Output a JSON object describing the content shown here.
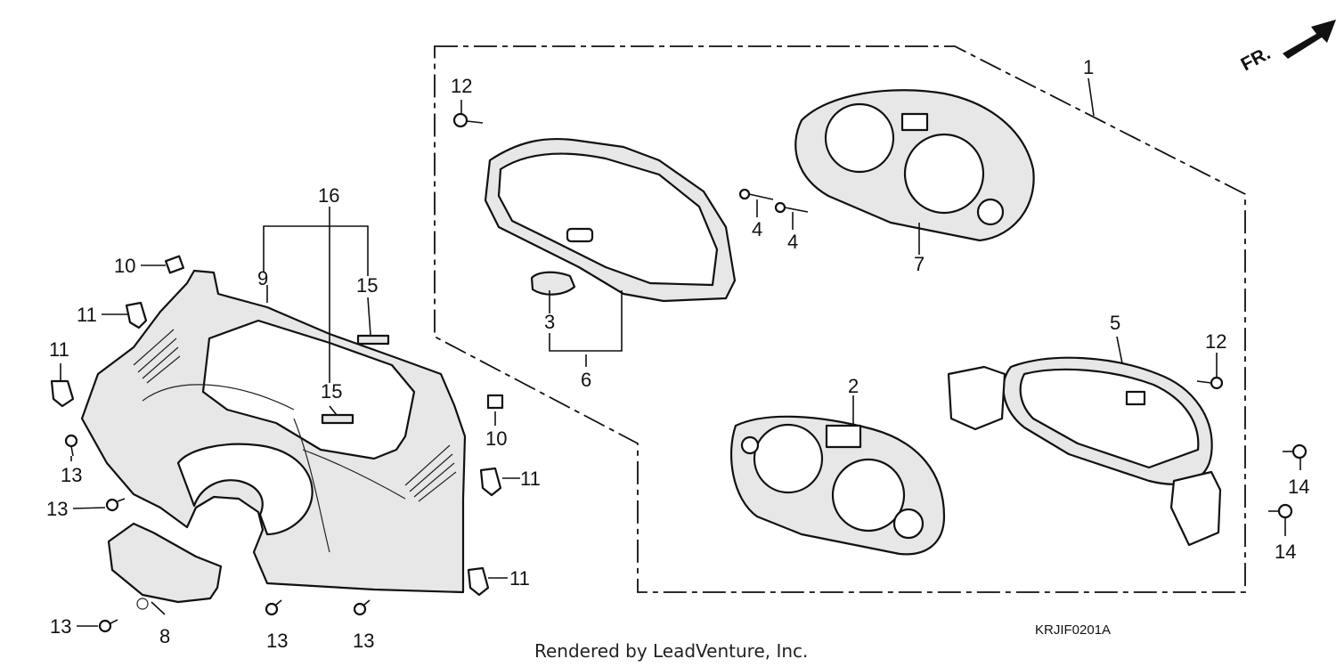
{
  "labels": {
    "c1": "1",
    "c2": "2",
    "c3": "3",
    "c4a": "4",
    "c4b": "4",
    "c5": "5",
    "c6": "6",
    "c7": "7",
    "c8": "8",
    "c9": "9",
    "c10a": "10",
    "c10b": "10",
    "c11a": "11",
    "c11b": "11",
    "c11c": "11",
    "c11d": "11",
    "c12a": "12",
    "c12b": "12",
    "c13a": "13",
    "c13b": "13",
    "c13c": "13",
    "c13d": "13",
    "c13e": "13",
    "c14a": "14",
    "c14b": "14",
    "c15a": "15",
    "c15b": "15",
    "c16": "16"
  },
  "direction": "FR.",
  "diagram_code": "KRJIF0201A",
  "credit": "Rendered by LeadVenture, Inc."
}
